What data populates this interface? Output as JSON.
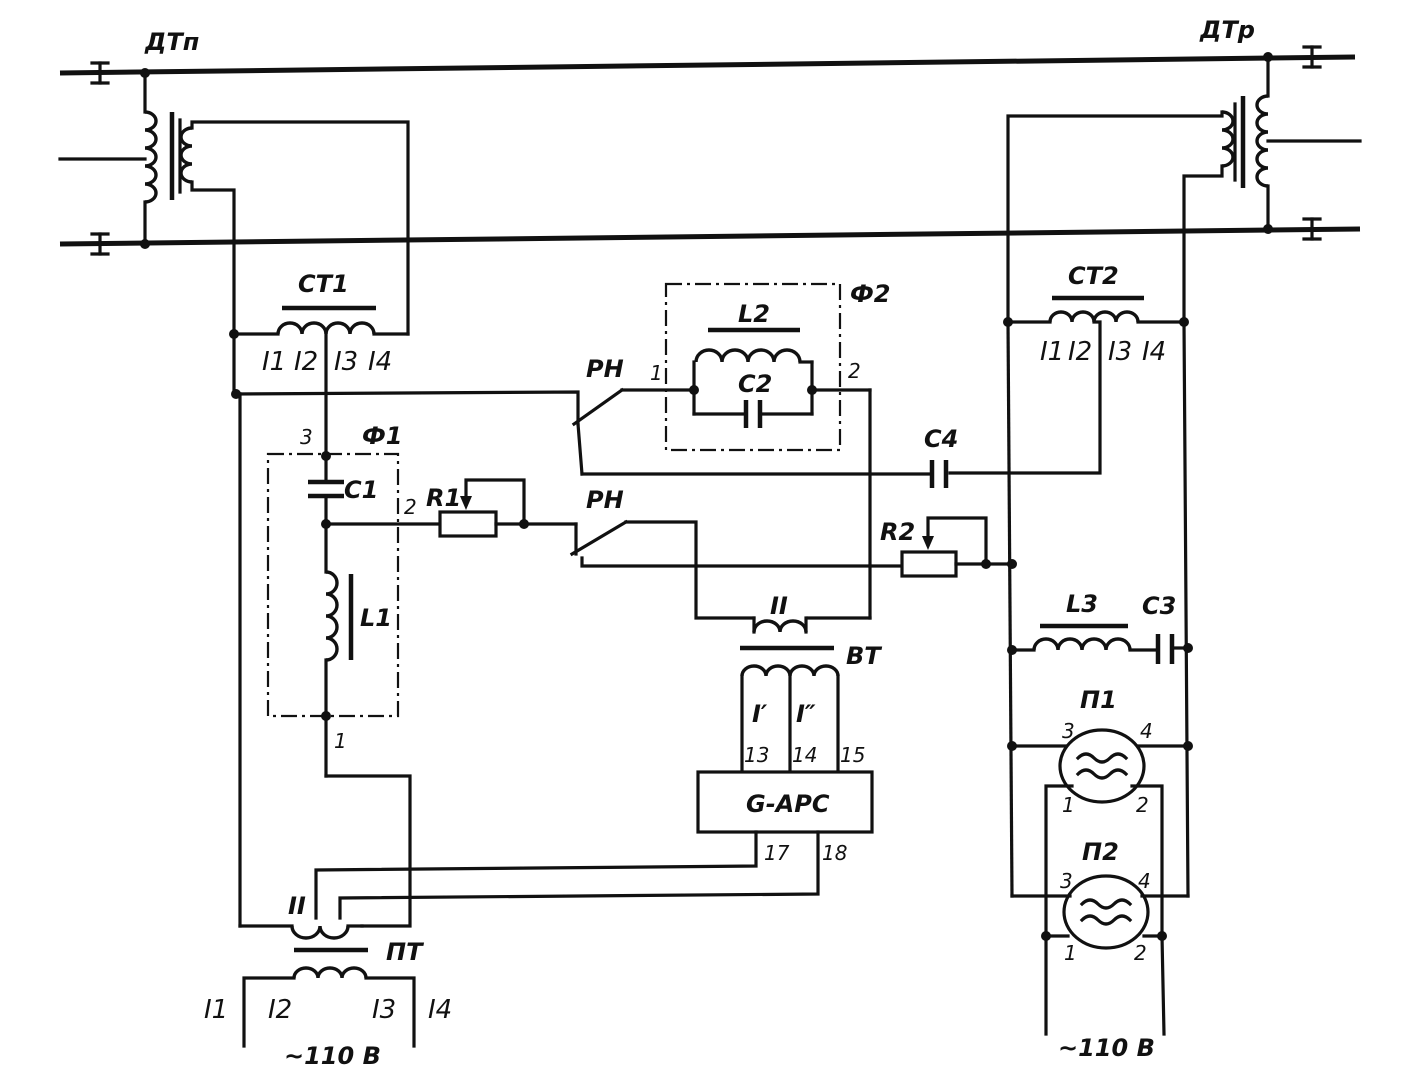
{
  "labels": {
    "dt_p": "ДТп",
    "dt_r": "ДТр",
    "st1": "СТ1",
    "st2": "СТ2",
    "f1": "Ф1",
    "f2": "Ф2",
    "l1": "L1",
    "l2": "L2",
    "l3": "L3",
    "c1": "C1",
    "c2": "C2",
    "c3": "C3",
    "c4": "C4",
    "r1": "R1",
    "r2": "R2",
    "rn_top": "РН",
    "rn_bottom": "РН",
    "vt": "ВТ",
    "pt": "ПТ",
    "p1": "П1",
    "p2": "П2",
    "g_ars": "G-АРС",
    "winding_ii_vt": "II",
    "winding_ii_pt": "II",
    "winding_i1": "I′",
    "winding_i2": "I″",
    "supply_left": "~110 В",
    "supply_right": "~110 В"
  },
  "taps": {
    "st1": [
      "I1",
      "I2",
      "I3",
      "I4"
    ],
    "st2": [
      "I1",
      "I2",
      "I3",
      "I4"
    ],
    "pt": [
      "I1",
      "I2",
      "I3",
      "I4"
    ]
  },
  "pins": {
    "f1_top": "3",
    "f1_out": "2",
    "f1_bottom": "1",
    "f2_in": "1",
    "f2_out": "2",
    "gars_13": "13",
    "gars_14": "14",
    "gars_15": "15",
    "gars_17": "17",
    "gars_18": "18",
    "p1_3": "3",
    "p1_4": "4",
    "p1_1": "1",
    "p1_2": "2",
    "p2_3": "3",
    "p2_4": "4",
    "p2_1": "1",
    "p2_2": "2"
  }
}
